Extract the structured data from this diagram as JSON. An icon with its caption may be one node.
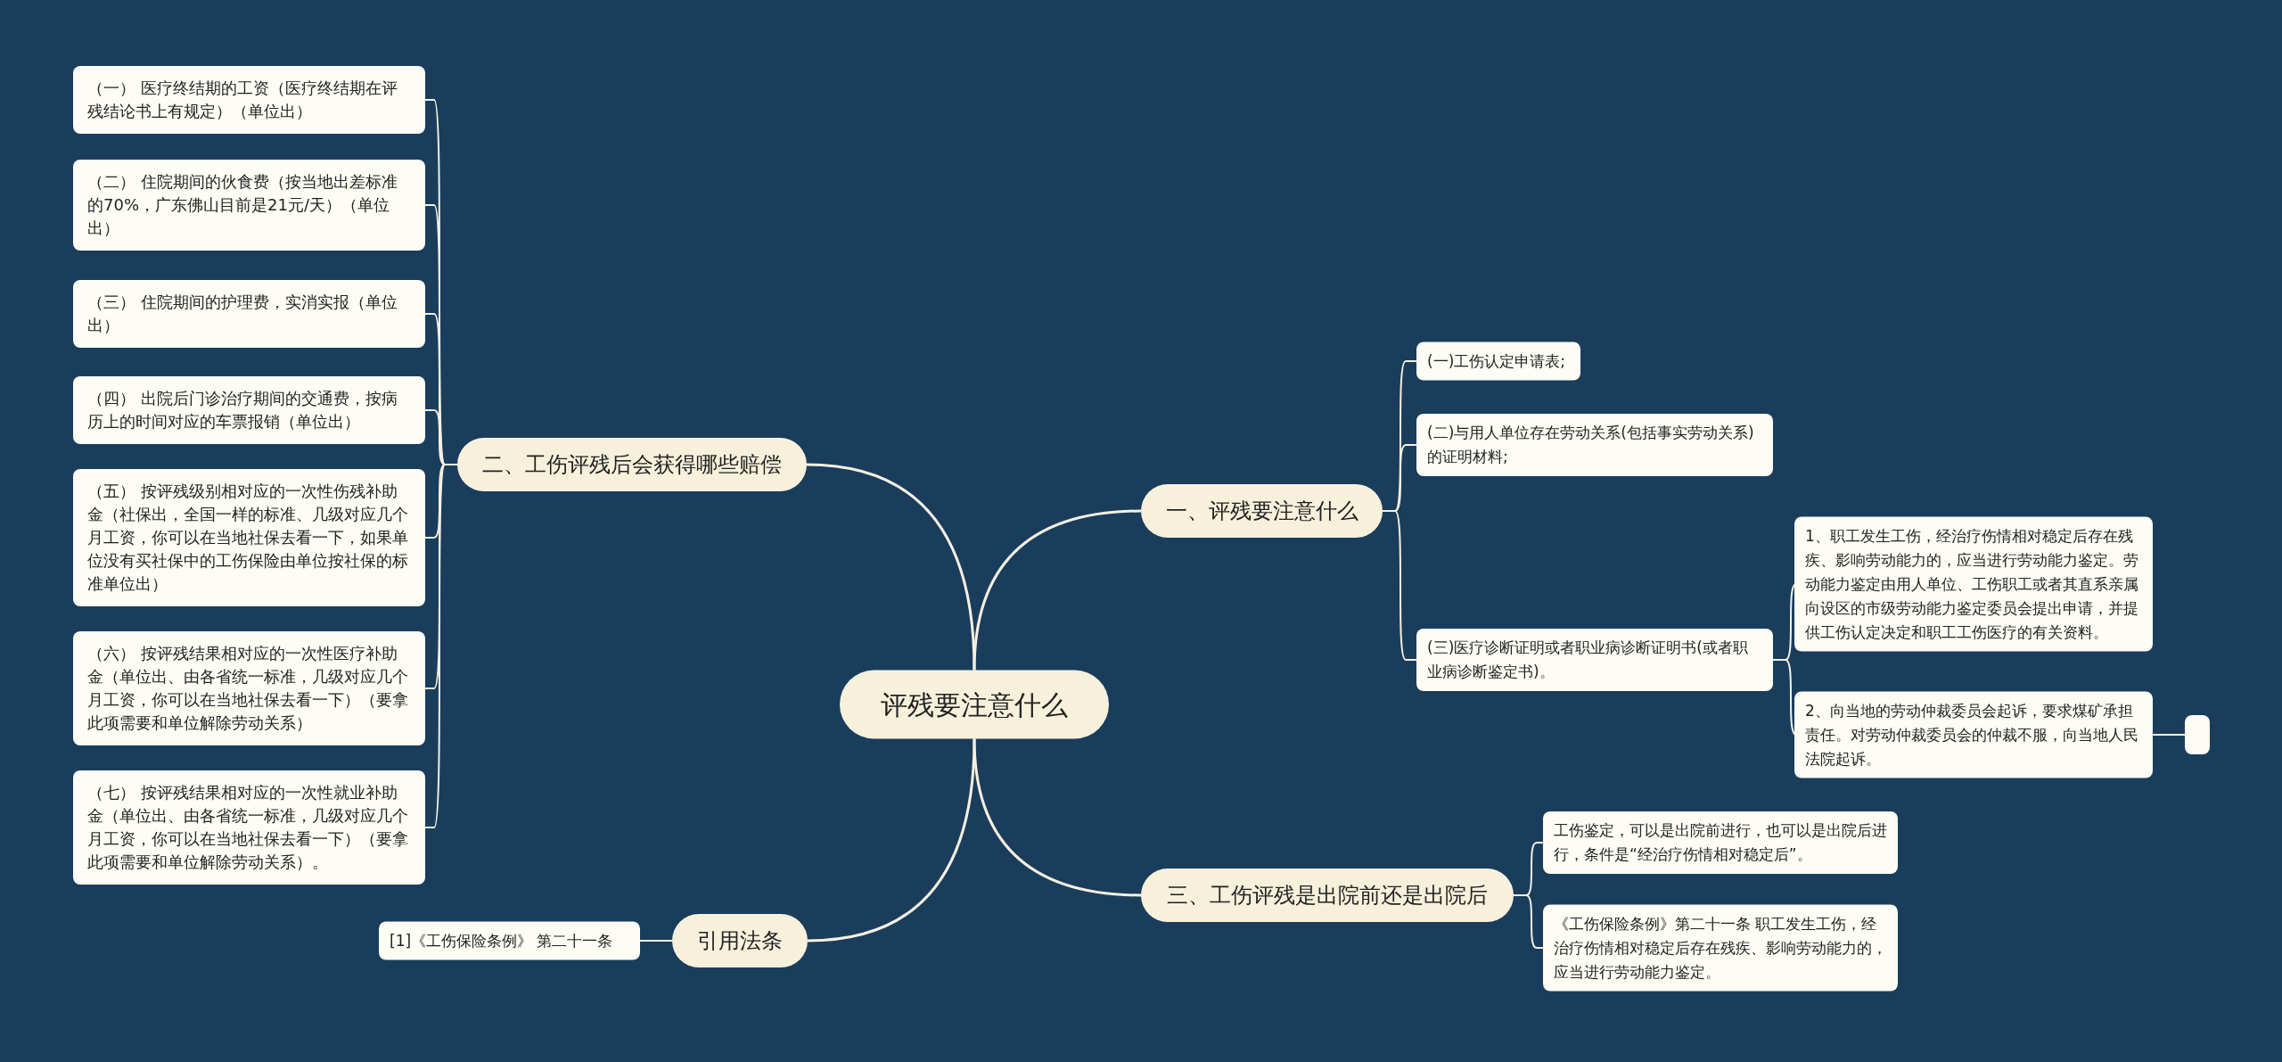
{
  "diagram": {
    "nodes": [
      {
        "text": [
          "评残要注意什么"
        ]
      },
      {
        "text": [
          "二、工伤评残后会获得哪些赔偿"
        ]
      },
      {
        "text": [
          "（一） 医疗终结期的工资（医疗终结期在评残结论书上有规定）（单位出）"
        ]
      },
      {
        "text": [
          "（二） 住院期间的伙食费（按当地出差标准的70%，广东佛山目前是21元/天）（单位出）"
        ]
      },
      {
        "text": [
          "（三） 住院期间的护理费，实消实报（单位出）"
        ]
      },
      {
        "text": [
          "（四） 出院后门诊治疗期间的交通费，按病历上的时间对应的车票报销（单位出）"
        ]
      },
      {
        "text": [
          "（五） 按评残级别相对应的一次性伤残补助金（社保出，全国一样的标准、几级对应几个月工资，你可以在当地社保去看一下，如果单位没有买社保中的工伤保险由单位按社保的标准单位出）"
        ]
      },
      {
        "text": [
          "（六） 按评残结果相对应的一次性医疗补助金（单位出、由各省统一标准，几级对应几个月工资，你可以在当地社保去看一下）（要拿此项需要和单位解除劳动关系）"
        ]
      },
      {
        "text": [
          "（七） 按评残结果相对应的一次性就业补助金（单位出、由各省统一标准，几级对应几个月工资，你可以在当地社保去看一下）（要拿此项需要和单位解除劳动关系）。"
        ]
      },
      {
        "text": [
          "一、评残要注意什么"
        ]
      },
      {
        "text": [
          "(一)工伤认定申请表;"
        ]
      },
      {
        "text": [
          "(二)与用人单位存在劳动关系(包括事实劳动关系)的证明材料;"
        ]
      },
      {
        "text": [
          "(三)医疗诊断证明或者职业病诊断证明书(或者职业病诊断鉴定书)。"
        ]
      },
      {
        "text": [
          "1、职工发生工伤，经治疗伤情相对稳定后存在残疾、影响劳动能力的，应当进行劳动能力鉴定。劳动能力鉴定由用人单位、工伤职工或者其直系亲属向设区的市级劳动能力鉴定委员会提出申请，并提供工伤认定决定和职工工伤医疗的有关资料。"
        ]
      },
      {
        "text": [
          "2、向当地的劳动仲裁委员会起诉，要求煤矿承担责任。对劳动仲裁委员会的仲裁不服，向当地人民法院起诉。"
        ]
      },
      {
        "text": [],
        "shape": "box"
      },
      {
        "text": [
          "三、工伤评残是出院前还是出院后"
        ]
      },
      {
        "text": [
          "工伤鉴定，可以是出院前进行，也可以是出院后进行，条件是“经治疗伤情相对稳定后”。"
        ]
      },
      {
        "text": [
          "《工伤保险条例》第二十一条 职工发生工伤，经治疗伤情相对稳定后存在残疾、影响劳动能力的，应当进行劳动能力鉴定。"
        ]
      },
      {
        "text": [
          "引用法条"
        ]
      },
      {
        "text": [
          "[1]《工伤保险条例》 第二十一条"
        ]
      }
    ],
    "edges": [
      {
        "from": 0,
        "to": 1,
        "arrow": "none"
      },
      {
        "from": 1,
        "to": 2,
        "arrow": "none"
      },
      {
        "from": 1,
        "to": 3,
        "arrow": "none"
      },
      {
        "from": 1,
        "to": 4,
        "arrow": "none"
      },
      {
        "from": 1,
        "to": 5,
        "arrow": "none"
      },
      {
        "from": 1,
        "to": 6,
        "arrow": "none"
      },
      {
        "from": 1,
        "to": 7,
        "arrow": "none"
      },
      {
        "from": 1,
        "to": 8,
        "arrow": "none"
      },
      {
        "from": 0,
        "to": 9,
        "arrow": "none"
      },
      {
        "from": 9,
        "to": 10,
        "arrow": "none"
      },
      {
        "from": 9,
        "to": 11,
        "arrow": "none"
      },
      {
        "from": 9,
        "to": 12,
        "arrow": "none"
      },
      {
        "from": 12,
        "to": 13,
        "arrow": "none"
      },
      {
        "from": 12,
        "to": 14,
        "arrow": "none"
      },
      {
        "from": 14,
        "to": 15,
        "arrow": "none"
      },
      {
        "from": 0,
        "to": 16,
        "arrow": "none"
      },
      {
        "from": 16,
        "to": 17,
        "arrow": "none"
      },
      {
        "from": 16,
        "to": 18,
        "arrow": "none"
      },
      {
        "from": 0,
        "to": 19,
        "arrow": "none"
      },
      {
        "from": 19,
        "to": 20,
        "arrow": "none"
      }
    ]
  }
}
